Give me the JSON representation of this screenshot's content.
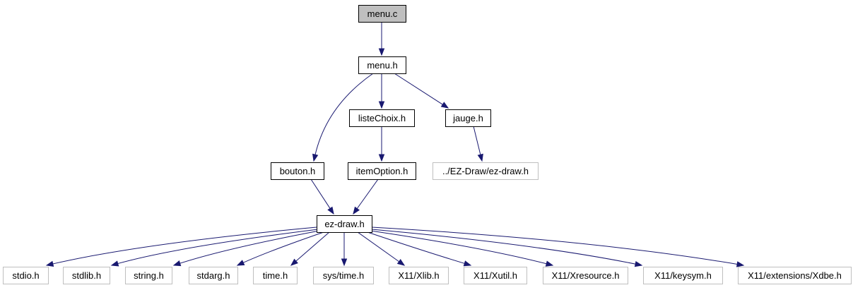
{
  "colors": {
    "edge": "#191970",
    "root_fill": "#bfbfbf",
    "local_border": "#000000",
    "external_border": "#bfbfbf",
    "node_fill": "#ffffff",
    "text": "#000000"
  },
  "nodes": [
    {
      "id": "menu_c",
      "label": "menu.c",
      "kind": "root"
    },
    {
      "id": "menu_h",
      "label": "menu.h",
      "kind": "local"
    },
    {
      "id": "listeChoix_h",
      "label": "listeChoix.h",
      "kind": "local"
    },
    {
      "id": "jauge_h",
      "label": "jauge.h",
      "kind": "local"
    },
    {
      "id": "bouton_h",
      "label": "bouton.h",
      "kind": "local"
    },
    {
      "id": "itemOption_h",
      "label": "itemOption.h",
      "kind": "local"
    },
    {
      "id": "ezdraw_rel",
      "label": "../EZ-Draw/ez-draw.h",
      "kind": "external"
    },
    {
      "id": "ezdraw_h",
      "label": "ez-draw.h",
      "kind": "local"
    },
    {
      "id": "stdio_h",
      "label": "stdio.h",
      "kind": "external"
    },
    {
      "id": "stdlib_h",
      "label": "stdlib.h",
      "kind": "external"
    },
    {
      "id": "string_h",
      "label": "string.h",
      "kind": "external"
    },
    {
      "id": "stdarg_h",
      "label": "stdarg.h",
      "kind": "external"
    },
    {
      "id": "time_h",
      "label": "time.h",
      "kind": "external"
    },
    {
      "id": "sys_time_h",
      "label": "sys/time.h",
      "kind": "external"
    },
    {
      "id": "xlib_h",
      "label": "X11/Xlib.h",
      "kind": "external"
    },
    {
      "id": "xutil_h",
      "label": "X11/Xutil.h",
      "kind": "external"
    },
    {
      "id": "xresource_h",
      "label": "X11/Xresource.h",
      "kind": "external"
    },
    {
      "id": "keysym_h",
      "label": "X11/keysym.h",
      "kind": "external"
    },
    {
      "id": "xdbe_h",
      "label": "X11/extensions/Xdbe.h",
      "kind": "external"
    }
  ],
  "edges": [
    {
      "from": "menu_c",
      "to": "menu_h"
    },
    {
      "from": "menu_h",
      "to": "bouton_h"
    },
    {
      "from": "menu_h",
      "to": "listeChoix_h"
    },
    {
      "from": "menu_h",
      "to": "jauge_h"
    },
    {
      "from": "listeChoix_h",
      "to": "itemOption_h"
    },
    {
      "from": "jauge_h",
      "to": "ezdraw_rel"
    },
    {
      "from": "bouton_h",
      "to": "ezdraw_h"
    },
    {
      "from": "itemOption_h",
      "to": "ezdraw_h"
    },
    {
      "from": "ezdraw_h",
      "to": "stdio_h"
    },
    {
      "from": "ezdraw_h",
      "to": "stdlib_h"
    },
    {
      "from": "ezdraw_h",
      "to": "string_h"
    },
    {
      "from": "ezdraw_h",
      "to": "stdarg_h"
    },
    {
      "from": "ezdraw_h",
      "to": "time_h"
    },
    {
      "from": "ezdraw_h",
      "to": "sys_time_h"
    },
    {
      "from": "ezdraw_h",
      "to": "xlib_h"
    },
    {
      "from": "ezdraw_h",
      "to": "xutil_h"
    },
    {
      "from": "ezdraw_h",
      "to": "xresource_h"
    },
    {
      "from": "ezdraw_h",
      "to": "keysym_h"
    },
    {
      "from": "ezdraw_h",
      "to": "xdbe_h"
    }
  ]
}
